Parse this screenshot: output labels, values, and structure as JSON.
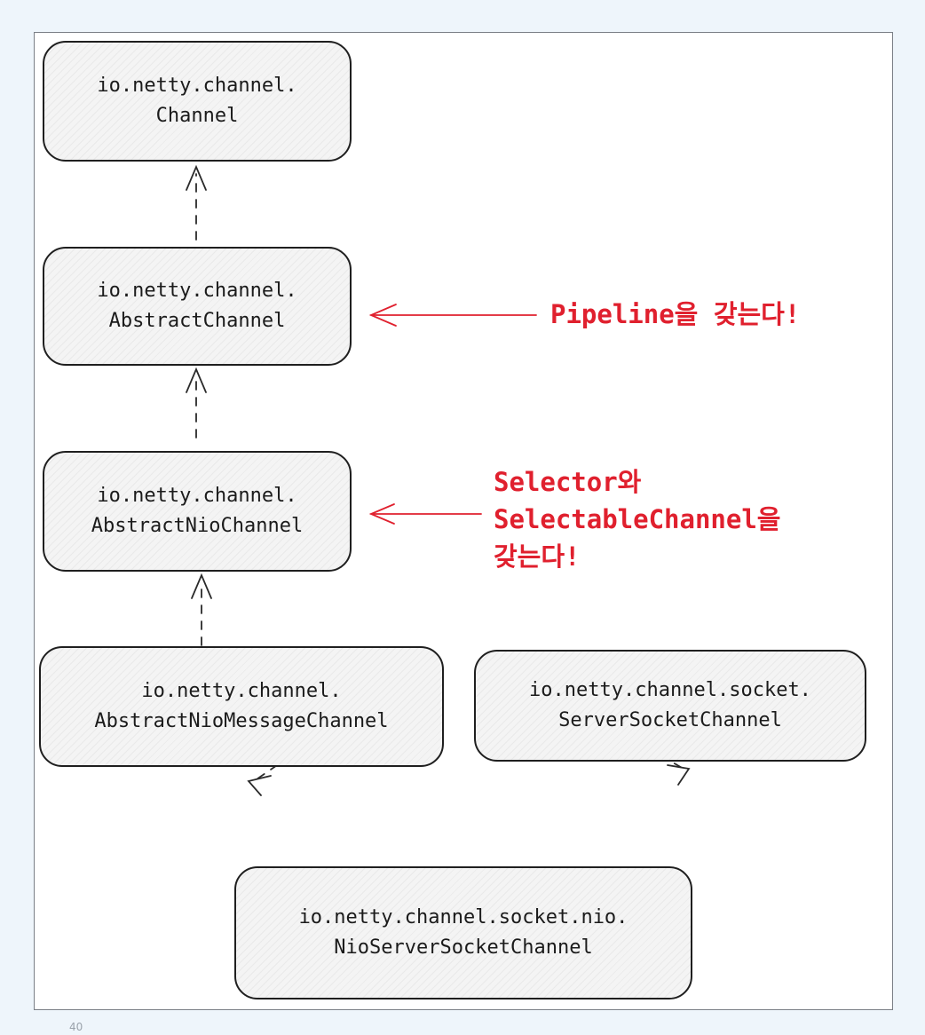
{
  "nodes": {
    "channel": {
      "line1": "io.netty.channel.",
      "line2": "Channel"
    },
    "abstract_channel": {
      "line1": "io.netty.channel.",
      "line2": "AbstractChannel"
    },
    "abstract_nio_channel": {
      "line1": "io.netty.channel.",
      "line2": "AbstractNioChannel"
    },
    "abstract_nio_message_channel": {
      "line1": "io.netty.channel.",
      "line2": "AbstractNioMessageChannel"
    },
    "server_socket_channel": {
      "line1": "io.netty.channel.socket.",
      "line2": "ServerSocketChannel"
    },
    "nio_server_socket_channel": {
      "line1": "io.netty.channel.socket.nio.",
      "line2": "NioServerSocketChannel"
    }
  },
  "notes": {
    "pipeline": "Pipeline을 갖는다!",
    "selector_line1": "Selector와",
    "selector_line2": "SelectableChannel을",
    "selector_line3": "갖는다!"
  },
  "page_number": "40",
  "colors": {
    "note": "#e0202e",
    "stroke": "#1f1f1f",
    "node_fill": "#f4f4f4",
    "background": "#eef5fb"
  }
}
